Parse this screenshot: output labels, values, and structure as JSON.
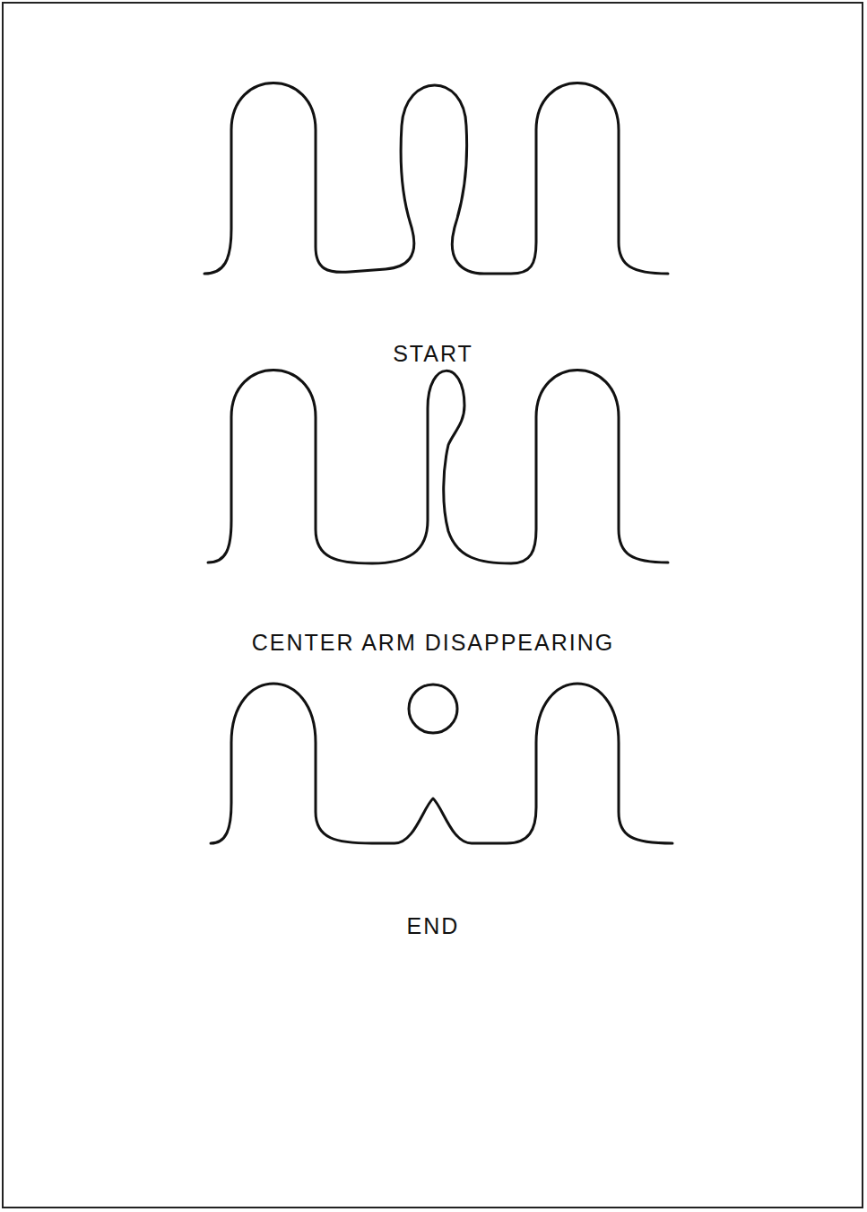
{
  "diagram": {
    "labels": [
      "START",
      "CENTER ARM DISAPPEARING",
      "END"
    ]
  }
}
